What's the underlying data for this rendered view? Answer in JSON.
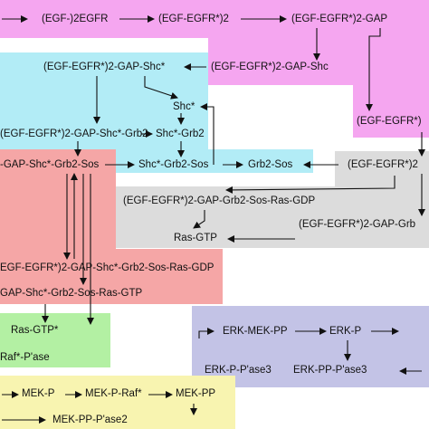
{
  "colors": {
    "magenta": "#f5a6f0",
    "cyan": "#b2ecf6",
    "gray": "#dcdcdc",
    "red": "#f5a6a6",
    "green": "#b3f0a3",
    "purple": "#c3c3e6",
    "yellow": "#f8f4b0",
    "arrow": "#111111"
  },
  "species": {
    "egf_2egfr": "(EGF-)2EGFR",
    "egf_egfr_2": "(EGF-EGFR*)2",
    "egf_egfr_2_gap": "(EGF-EGFR*)2-GAP",
    "gap_shc_top": "(EGF-EGFR*)2-GAP-Shc*",
    "gap_shc_right": "(EGF-EGFR*)2-GAP-Shc",
    "egfr_trunc": "(EGF-EGFR*)",
    "shc_star": "Shc*",
    "gap_shc_grb2": "(EGF-EGFR*)2-GAP-Shc*-Grb2",
    "shc_grb2": "Shc*-Grb2",
    "gap_shc_grb2_sos": "-GAP-Shc*-Grb2-Sos",
    "shc_grb2_sos": "Shc*-Grb2-Sos",
    "grb2_sos": "Grb2-Sos",
    "egfr_2_trunc": "(EGF-EGFR*)2",
    "gap_grb2_sos_ras_gdp": "(EGF-EGFR*)2-GAP-Grb2-Sos-Ras-GDP",
    "gap_grb_trunc": "(EGF-EGFR*)2-GAP-Grb",
    "ras_gtp": "Ras-GTP",
    "gap_shc_grb2_sos_ras_gdp": "EGF-EGFR*)2-GAP-Shc*-Grb2-Sos-Ras-GDP",
    "gap_shc_grb2_sos_ras_gtp": "GAP-Shc*-Grb2-Sos-Ras-GTP",
    "ras_gtp_star": "Ras-GTP*",
    "raf_pase": "Raf*-P'ase",
    "erk_mek_pp": "ERK-MEK-PP",
    "erk_p": "ERK-P",
    "erk_p_pase3": "ERK-P-P'ase3",
    "erk_pp_pase3": "ERK-PP-P'ase3",
    "mek_p": "MEK-P",
    "mek_p_raf": "MEK-P-Raf*",
    "mek_pp": "MEK-PP",
    "mek_pp_pase2": "MEK-PP-P'ase2"
  }
}
